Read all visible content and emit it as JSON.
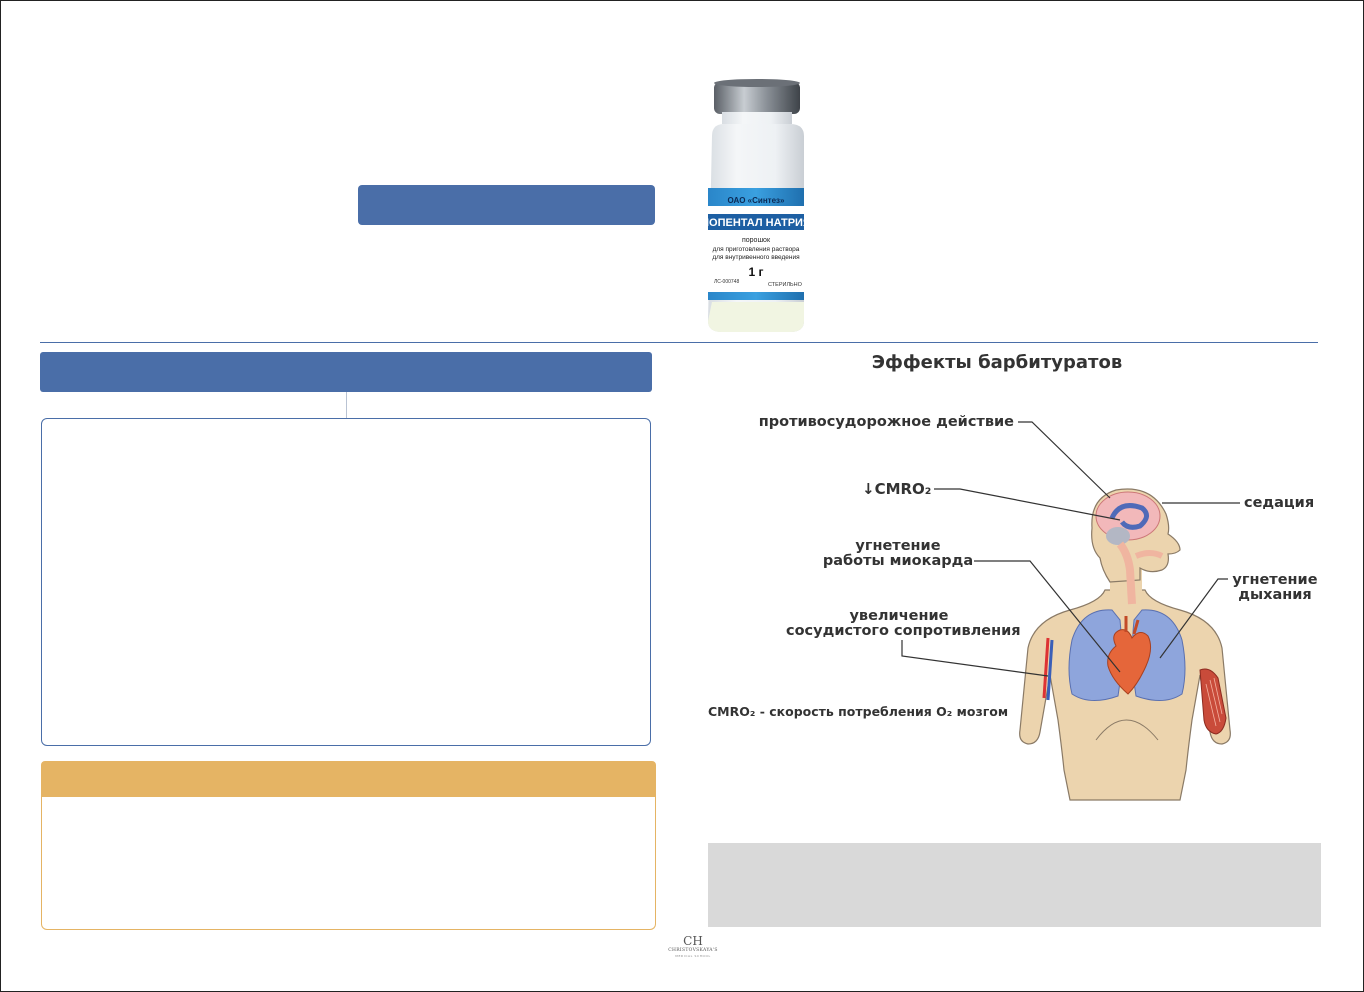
{
  "vial": {
    "maker": "ОАО «Синтез»",
    "name": "ИОПЕНТАЛ НАТРИЯ",
    "form": "порошок",
    "purpose_line1": "для приготовления раствора",
    "purpose_line2": "для внутривенного введения",
    "dose": "1 г",
    "reg": "ЛС-000748",
    "sterile": "СТЕРИЛЬНО"
  },
  "figure": {
    "title": "Эффекты барбитуратов",
    "labels": {
      "anticonvulsant": "противосудорожное действие",
      "cmro2": "↓CMRO₂",
      "sedation": "седация",
      "myocard_1": "угнетение",
      "myocard_2": "работы миокарда",
      "resp_1": "угнетение",
      "resp_2": "дыхания",
      "vascular_1": "увеличение",
      "vascular_2": "сосудистого сопротивления"
    },
    "footnote": "CMRO₂ - скорость потребления O₂ мозгом"
  },
  "colors": {
    "blue": "#4a6ea8",
    "orange": "#e5b464",
    "gray": "#d9d9d9"
  },
  "logo": {
    "mono": "CH",
    "line1": "CHRISTOVSKAYA'S",
    "line2": "MEDICAL SCHOOL"
  }
}
